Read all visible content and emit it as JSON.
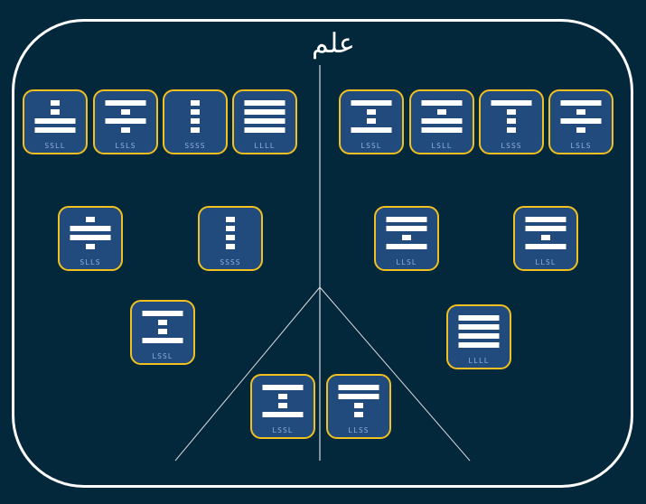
{
  "title": "علم",
  "colors": {
    "background": "#03283c",
    "tile": "#214a7d",
    "tile_border": "#f2c01f",
    "bar": "#ffffff"
  },
  "tiles": [
    {
      "pattern": "SSLL"
    },
    {
      "pattern": "LSLS"
    },
    {
      "pattern": "SSSS"
    },
    {
      "pattern": "LLLL"
    },
    {
      "pattern": "LSSL"
    },
    {
      "pattern": "LSLL"
    },
    {
      "pattern": "LSSS"
    },
    {
      "pattern": "LSLS"
    },
    {
      "pattern": "SLLS"
    },
    {
      "pattern": "SSSS"
    },
    {
      "pattern": "LLSL"
    },
    {
      "pattern": "LLSL"
    },
    {
      "pattern": "LSSL"
    },
    {
      "pattern": "LLLL"
    },
    {
      "pattern": "LSSL"
    },
    {
      "pattern": "LLSS"
    }
  ]
}
